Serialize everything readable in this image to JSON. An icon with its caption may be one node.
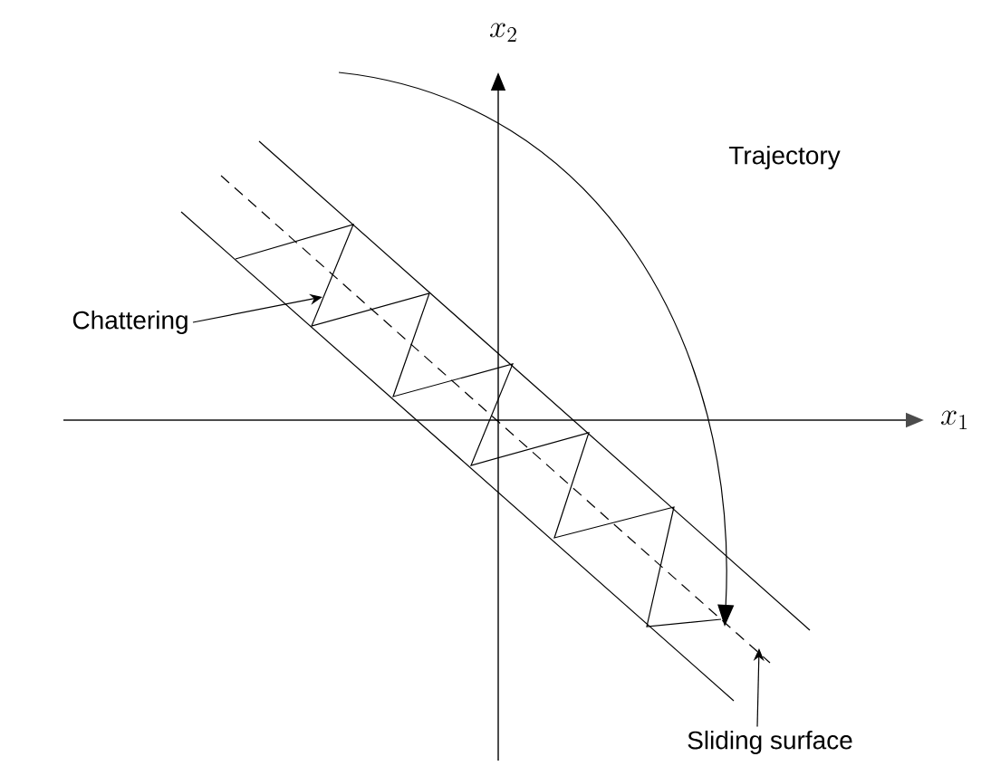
{
  "diagram": {
    "nodes": [
      {
        "text": [
          "Chattering"
        ]
      },
      {
        "text": [
          "Sliding surface"
        ]
      }
    ],
    "edges": [
      {
        "from": 0,
        "to": null,
        "arrow": "to"
      },
      {
        "from": 1,
        "to": null,
        "arrow": "to"
      }
    ],
    "labels": [
      "x_{2}",
      "x_{1}",
      "Trajectory"
    ]
  }
}
